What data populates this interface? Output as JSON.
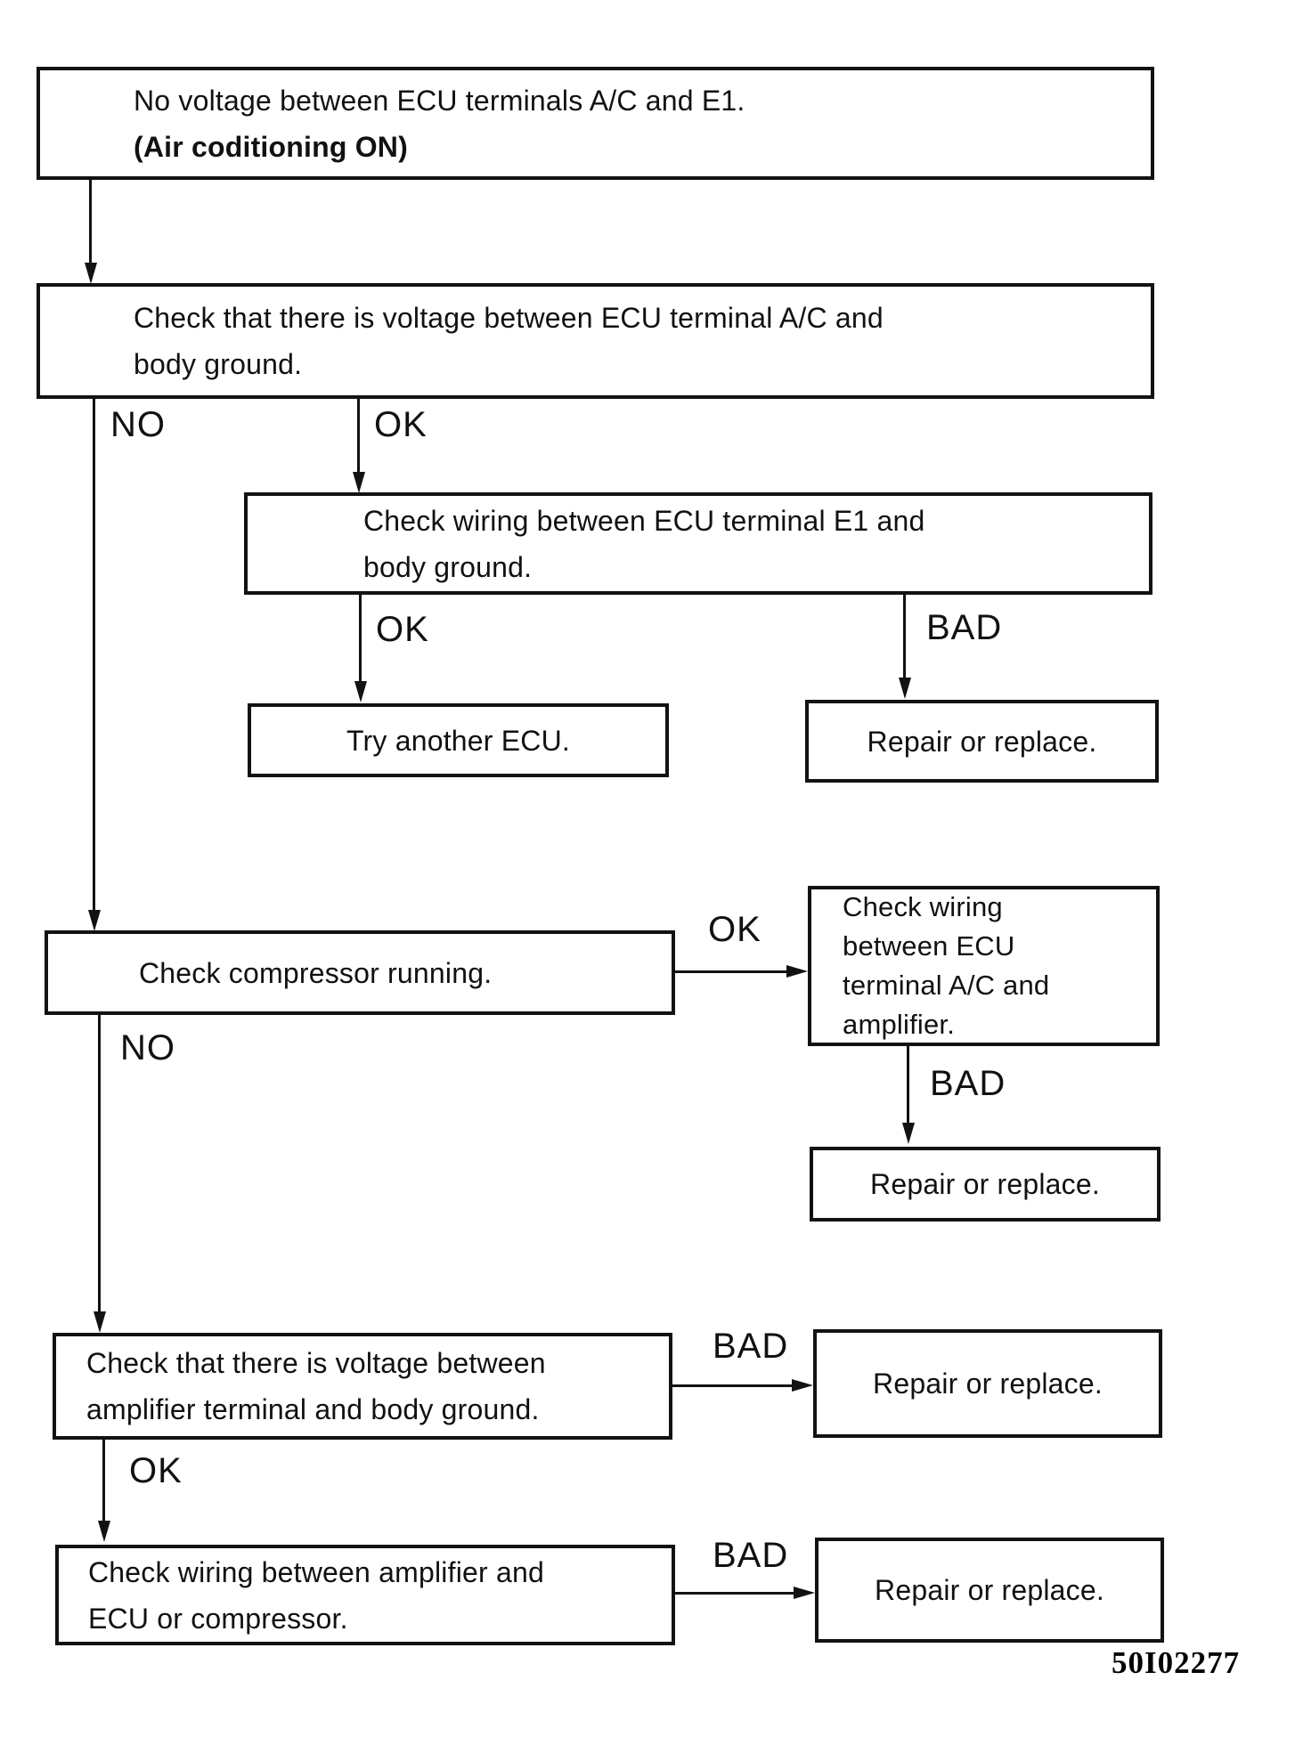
{
  "diagram": {
    "type": "flowchart",
    "figure_code": "50I02277",
    "nodes": {
      "start": {
        "lines": [
          "No voltage between ECU terminals A/C and E1.",
          "(Air coditioning ON)"
        ]
      },
      "check_voltage_ac_ground": {
        "lines": [
          "Check that there is voltage between ECU terminal A/C and",
          "body ground."
        ]
      },
      "check_wiring_e1": {
        "lines": [
          "Check wiring between ECU terminal E1 and",
          "body ground."
        ]
      },
      "try_another_ecu": {
        "lines": [
          "Try another ECU."
        ]
      },
      "repair_or_replace_1": {
        "lines": [
          "Repair or replace."
        ]
      },
      "check_compressor": {
        "lines": [
          "Check compressor running."
        ]
      },
      "check_wiring_ac_amplifier": {
        "lines": [
          "Check wiring",
          "between ECU",
          "terminal A/C and",
          "amplifier."
        ]
      },
      "repair_or_replace_2": {
        "lines": [
          "Repair or replace."
        ]
      },
      "check_voltage_amplifier": {
        "lines": [
          "Check that there is voltage between",
          "amplifier terminal and body ground."
        ]
      },
      "repair_or_replace_3": {
        "lines": [
          "Repair or replace."
        ]
      },
      "check_wiring_amp_ecu": {
        "lines": [
          "Check wiring between amplifier and",
          "ECU or compressor."
        ]
      },
      "repair_or_replace_4": {
        "lines": [
          "Repair or replace."
        ]
      }
    },
    "edge_labels": {
      "no1": "NO",
      "ok1": "OK",
      "ok2": "OK",
      "bad1": "BAD",
      "ok3": "OK",
      "no2": "NO",
      "bad2": "BAD",
      "ok4": "OK",
      "bad3": "BAD",
      "bad4": "BAD"
    },
    "colors": {
      "ink": "#121212",
      "paper": "#ffffff"
    }
  }
}
